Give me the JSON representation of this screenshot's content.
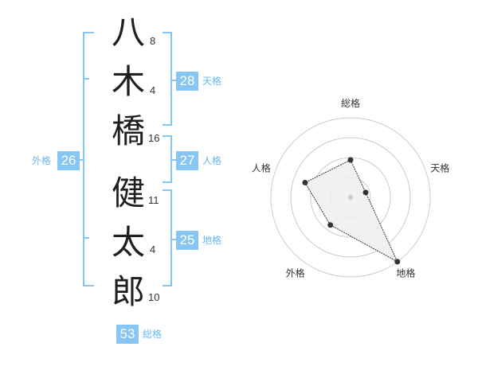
{
  "name": {
    "characters": [
      {
        "char": "八",
        "strokes": "8"
      },
      {
        "char": "木",
        "strokes": "4"
      },
      {
        "char": "橋",
        "strokes": "16"
      },
      {
        "char": "健",
        "strokes": "11"
      },
      {
        "char": "太",
        "strokes": "4"
      },
      {
        "char": "郎",
        "strokes": "10"
      }
    ]
  },
  "kaku": {
    "tenkaku": {
      "value": "28",
      "label": "天格"
    },
    "jinkaku": {
      "value": "27",
      "label": "人格"
    },
    "chikaku": {
      "value": "25",
      "label": "地格"
    },
    "gaikaku": {
      "value": "26",
      "label": "外格"
    },
    "soukaku": {
      "value": "53",
      "label": "総格"
    }
  },
  "chart_data": {
    "type": "radar",
    "axes": [
      "総格",
      "天格",
      "地格",
      "外格",
      "人格"
    ],
    "values": [
      0.47,
      0.2,
      1.0,
      0.43,
      0.6
    ],
    "rings": 4,
    "grid": true,
    "colors": {
      "fill": "#eeeeee",
      "stroke": "#333333",
      "grid": "#cccccc",
      "accent": "#87c6f2"
    }
  }
}
